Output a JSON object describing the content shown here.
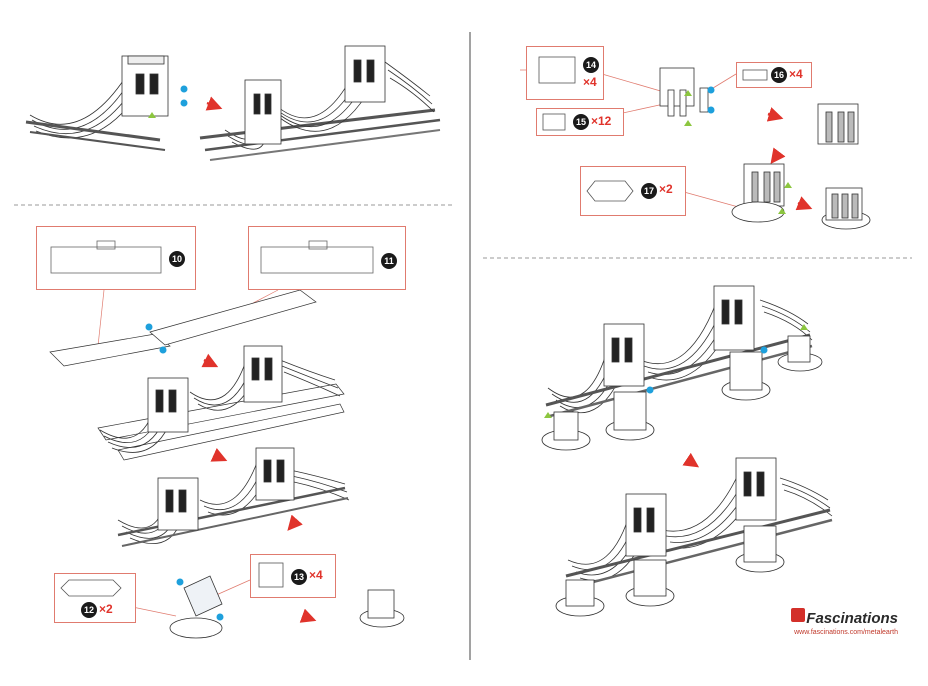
{
  "parts": {
    "p10": {
      "num": "10"
    },
    "p11": {
      "num": "11"
    },
    "p12": {
      "num": "12",
      "qty": "×2"
    },
    "p13": {
      "num": "13",
      "qty": "×4"
    },
    "p14": {
      "num": "14",
      "qty": "×4"
    },
    "p15": {
      "num": "15",
      "qty": "×12"
    },
    "p16": {
      "num": "16",
      "qty": "×4"
    },
    "p17": {
      "num": "17",
      "qty": "×2"
    }
  },
  "brand": {
    "name": "Fascinations",
    "url": "www.fascinations.com/metalearth"
  },
  "colors": {
    "accent_red": "#e0332b",
    "callout_border": "#e07b6f",
    "blue_dot": "#1ea0dc",
    "green_tri": "#8cc63f",
    "line": "#333333"
  }
}
